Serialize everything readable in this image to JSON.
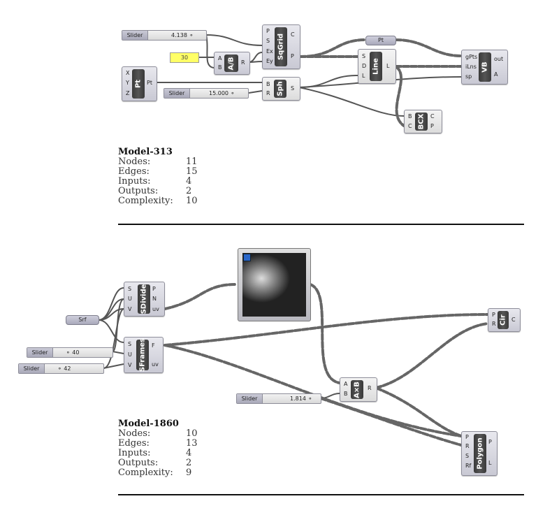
{
  "diagrams": [
    {
      "model": {
        "title": "Model-313",
        "stats": [
          {
            "label": "Nodes:",
            "value": "11"
          },
          {
            "label": "Edges:",
            "value": "15"
          },
          {
            "label": "Inputs:",
            "value": "4"
          },
          {
            "label": "Outputs:",
            "value": "2"
          },
          {
            "label": "Complexity:",
            "value": "10"
          }
        ]
      },
      "sliders": [
        {
          "label": "Slider",
          "value": "4.138 ⚬"
        },
        {
          "label": "Slider",
          "value": "15.000 ⚬"
        }
      ],
      "panel": {
        "value": "30"
      },
      "params": [
        {
          "label": "Pt"
        }
      ],
      "components": [
        {
          "name": "SqGrid",
          "inputs": [
            "P",
            "S",
            "Ex",
            "Ey"
          ],
          "outputs": [
            "C",
            "P"
          ]
        },
        {
          "name": "A/B",
          "inputs": [
            "A",
            "B"
          ],
          "outputs": [
            "R"
          ]
        },
        {
          "name": "Pt",
          "inputs": [
            "X",
            "Y",
            "Z"
          ],
          "outputs": [
            "Pt"
          ]
        },
        {
          "name": "Sph",
          "inputs": [
            "B",
            "R"
          ],
          "outputs": [
            "S"
          ]
        },
        {
          "name": "Line",
          "inputs": [
            "S",
            "D",
            "L"
          ],
          "outputs": [
            "L"
          ]
        },
        {
          "name": "VB",
          "inputs": [
            "gPts",
            "iLns",
            "sp"
          ],
          "outputs": [
            "out",
            "A"
          ]
        },
        {
          "name": "BCX",
          "inputs": [
            "B",
            "C"
          ],
          "outputs": [
            "C",
            "P"
          ]
        }
      ]
    },
    {
      "model": {
        "title": "Model-1860",
        "stats": [
          {
            "label": "Nodes:",
            "value": "10"
          },
          {
            "label": "Edges:",
            "value": "13"
          },
          {
            "label": "Inputs:",
            "value": "4"
          },
          {
            "label": "Outputs:",
            "value": "2"
          },
          {
            "label": "Complexity:",
            "value": "9"
          }
        ]
      },
      "sliders": [
        {
          "label": "Slider",
          "value": "⚬ 40"
        },
        {
          "label": "Slider",
          "value": "⚬ 42"
        },
        {
          "label": "Slider",
          "value": "1.814 ⚬"
        }
      ],
      "params": [
        {
          "label": "Srf"
        }
      ],
      "components": [
        {
          "name": "SDivide",
          "inputs": [
            "S",
            "U",
            "V"
          ],
          "outputs": [
            "P",
            "N",
            "uv"
          ]
        },
        {
          "name": "SFrames",
          "inputs": [
            "S",
            "U",
            "V"
          ],
          "outputs": [
            "F",
            "uv"
          ]
        },
        {
          "name": "Cir",
          "inputs": [
            "P",
            "R"
          ],
          "outputs": [
            "C"
          ]
        },
        {
          "name": "A×B",
          "inputs": [
            "A",
            "B"
          ],
          "outputs": [
            "R"
          ]
        },
        {
          "name": "Polygon",
          "inputs": [
            "P",
            "R",
            "S",
            "Rf"
          ],
          "outputs": [
            "P",
            "L"
          ]
        }
      ],
      "image_viewer": {
        "icon": "save-icon"
      }
    }
  ]
}
